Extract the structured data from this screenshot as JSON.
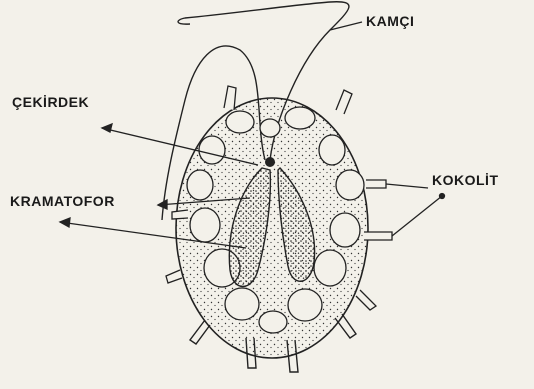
{
  "labels": {
    "flagellum": "KAMÇI",
    "nucleus": "ÇEKİRDEK",
    "chromatophore": "KRAMATOFOR",
    "coccolith": "KOKOLİT"
  }
}
